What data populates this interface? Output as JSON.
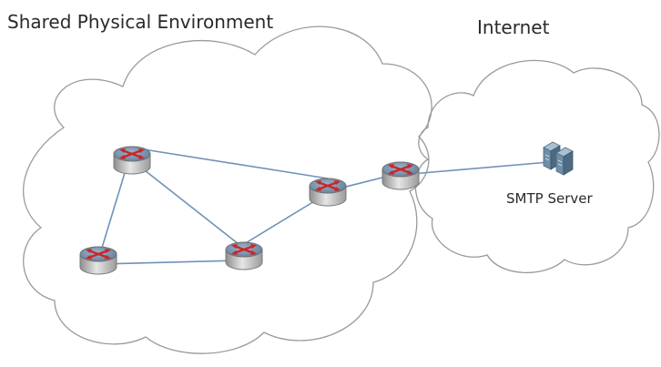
{
  "labels": {
    "shared_environment": "Shared Physical Environment",
    "internet": "Internet",
    "smtp_server": "SMTP Server"
  },
  "icons": {
    "router": "router-icon",
    "server": "server-icon",
    "cloud": "cloud-shape"
  },
  "colors": {
    "cloud_stroke": "#9a9a9a",
    "link": "#6f92b8",
    "router_body": "#b9b9b9",
    "router_top": "#6f8aa8",
    "router_arrow": "#c62828",
    "server": "#5f7d95"
  },
  "routers": [
    "router-top-left",
    "router-left-bottom",
    "router-center-bottom",
    "router-right",
    "router-edge"
  ],
  "links": [
    [
      "router-top-left",
      "router-right"
    ],
    [
      "router-top-left",
      "router-left-bottom"
    ],
    [
      "router-top-left",
      "router-center-bottom"
    ],
    [
      "router-left-bottom",
      "router-center-bottom"
    ],
    [
      "router-center-bottom",
      "router-right"
    ],
    [
      "router-right",
      "router-edge"
    ],
    [
      "router-edge",
      "smtp-server"
    ]
  ]
}
